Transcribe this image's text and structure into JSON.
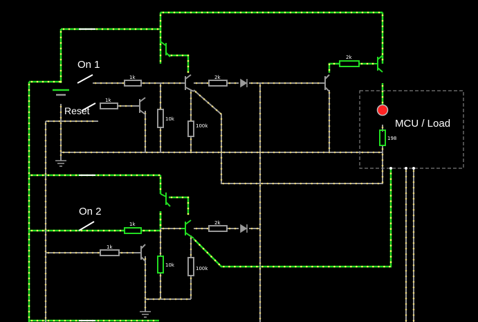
{
  "labels": {
    "on1": "On 1",
    "reset": "Reset",
    "on2": "On 2",
    "mcu": "MCU / Load"
  },
  "resistors": {
    "r1": "1k",
    "r2": "1k",
    "r3": "10k",
    "r4": "2k",
    "r5": "100k",
    "r6": "2k",
    "r7": "198",
    "r8": "1k",
    "r9": "1k",
    "r10": "10k",
    "r11": "2k",
    "r12": "100k"
  },
  "colors": {
    "background": "#000000",
    "wire_active": "#22dd22",
    "wire_inactive": "#9a9a9a",
    "dot_active": "#ffff66",
    "dot_inactive": "#e6d27a",
    "led": "#ff2222",
    "box_border": "#9a9a9a"
  }
}
